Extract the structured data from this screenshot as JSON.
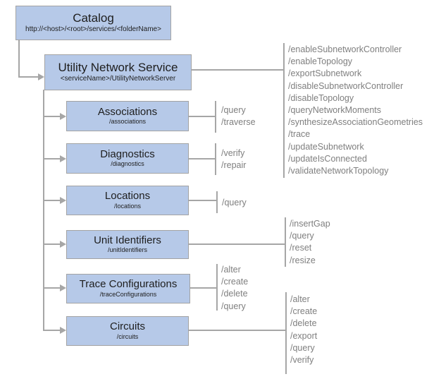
{
  "colors": {
    "box_fill": "#b6c9e8",
    "box_border": "#a3a3a3",
    "connector": "#a6a6a6",
    "operation_text": "#7f7f7f",
    "title_text": "#1e1e1e"
  },
  "catalog": {
    "title": "Catalog",
    "path": "http://<host>/<root>/services/<folderName>"
  },
  "service": {
    "title": "Utility Network Service",
    "path": "<serviceName>/UtilityNetworkServer",
    "operations": [
      "/enableSubnetworkController",
      "/enableTopology",
      "/exportSubnetwork",
      "/disableSubnetworkController",
      "/disableTopology",
      "/queryNetworkMoments",
      "/synthesizeAssociationGeometries",
      "/trace",
      "/updateSubnetwork",
      "/updateIsConnected",
      "/validateNetworkTopology"
    ]
  },
  "resources": [
    {
      "title": "Associations",
      "path": "/associations",
      "operations": [
        "/query",
        "/traverse"
      ]
    },
    {
      "title": "Diagnostics",
      "path": "/diagnostics",
      "operations": [
        "/verify",
        "/repair"
      ]
    },
    {
      "title": "Locations",
      "path": "/locations",
      "operations": [
        "/query"
      ]
    },
    {
      "title": "Unit Identifiers",
      "path": "/unitIdentifiers",
      "operations": [
        "/insertGap",
        "/query",
        "/reset",
        "/resize"
      ]
    },
    {
      "title": "Trace Configurations",
      "path": "/traceConfigurations",
      "operations": [
        "/alter",
        "/create",
        "/delete",
        "/query"
      ]
    },
    {
      "title": "Circuits",
      "path": "/circuits",
      "operations": [
        "/alter",
        "/create",
        "/delete",
        "/export",
        "/query",
        "/verify"
      ]
    }
  ]
}
